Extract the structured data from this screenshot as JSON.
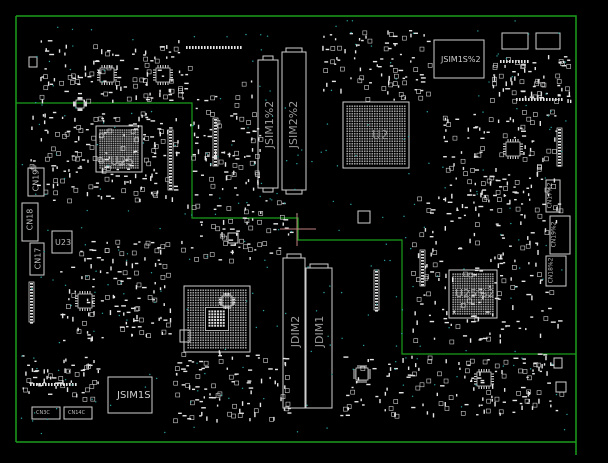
{
  "viewer": {
    "title": "",
    "colors": {
      "background": "#000000",
      "outline": "#1a9e1a",
      "silk": "#c8c8c8",
      "pad": "#e6e6e6",
      "via": "#2aa3a3",
      "crosshair": "#c08080"
    }
  },
  "labels": {
    "u25": "U25",
    "u25x2": "U25%2",
    "u2": "U2",
    "jsim1": "JSIM1%2",
    "jsim2": "JSIM2%2",
    "jdim2": "JDIM2",
    "jdim1": "JDIM1",
    "jsim1s": "JSIM1S",
    "jsim1sx2": "JSIM1S%2",
    "cn19": "CN19",
    "cn18": "CN18",
    "cn17": "CN17",
    "u23": "U23",
    "cn3c": "CN3C",
    "cn14c": "CN14C",
    "cn17x2": "CN17%2",
    "cn19x2": "CN19%2",
    "cn18x2": "CN18%2"
  }
}
